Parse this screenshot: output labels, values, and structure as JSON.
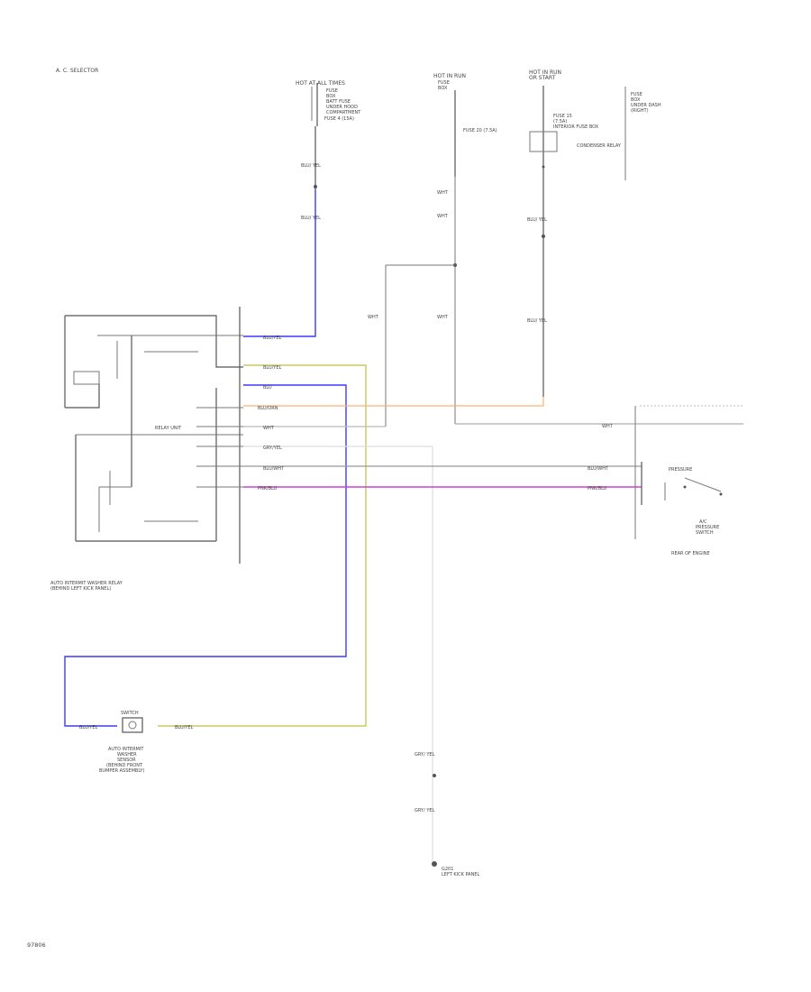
{
  "header": {
    "title": "A. C. SELECTOR"
  },
  "footer": {
    "code": "97806"
  },
  "colors": {
    "blue": "#3a3aff",
    "green": "#c8c860",
    "orange": "#ffb070",
    "pink": "#d040d0",
    "gray": "#999999",
    "wire": "#555555"
  },
  "top_sources": {
    "hot_at_all_times": {
      "title": "HOT AT ALL TIMES",
      "lines": [
        "FUSE",
        "BOX",
        "BATT FUSE",
        "UNDER HOOD",
        "COMPARTMENT"
      ],
      "fuse_label": "FUSE 4 (15A)"
    },
    "hot_in_run": {
      "title": "HOT IN RUN",
      "lines": [
        "FUSE",
        "BOX"
      ],
      "fuse_label": "FUSE 20 (7.5A)"
    },
    "hot_in_run_or_start": {
      "title": "HOT IN RUN",
      "title2": "OR START",
      "lines": [
        "FUSE 15",
        "(7.5A)",
        "INTERIOR FUSE BOX"
      ],
      "relay_label": "CONDENSER RELAY"
    },
    "fuse_panel": {
      "lines": [
        "FUSE",
        "BOX",
        "UNDER DASH",
        "(RIGHT)"
      ]
    }
  },
  "wire_labels": {
    "w1a": "BLU/ YEL",
    "w1b": "BLU/ YEL",
    "w2a": "WHT",
    "w2b": "WHT",
    "w2c": "WHT",
    "w3a": "BLU/ YEL",
    "w3b": "BLU/ YEL",
    "w4a": "WHT",
    "relay_w1": "BLU/YEL",
    "relay_w2": "BLU/YEL",
    "relay_w3": "BLU",
    "relay_w4": "BLU/ORN",
    "relay_w5": "WHT",
    "relay_w6": "GRY/YEL",
    "relay_w7": "BLU/WHT",
    "relay_w8": "PNK/BLU",
    "right_w1": "WHT",
    "right_w2": "BLU/WHT",
    "right_w3": "PNK/BLU",
    "bottom_w1": "BLU/YEL",
    "bottom_w2": "BLU/YEL",
    "gnd_w1": "GRY/ YEL",
    "gnd_w2": "GRY/ YEL"
  },
  "components": {
    "relay_box": {
      "label": "RELAY UNIT"
    },
    "relay_caption": [
      "AUTO INTERMIT WASHER RELAY",
      "(BEHIND LEFT KICK PANEL)"
    ],
    "sensor": {
      "top": "SWITCH",
      "lines": [
        "AUTO INTERMIT",
        "WASHER",
        "SENSOR",
        "(BEHIND FRONT",
        "BUMPER ASSEMBLY)"
      ]
    },
    "pressure_switch": {
      "top": "PRESSURE",
      "lines": [
        "A/C",
        "PRESSURE",
        "SWITCH"
      ],
      "caption": "REAR OF ENGINE"
    },
    "ground": {
      "lines": [
        "G201",
        "LEFT KICK PANEL"
      ]
    }
  }
}
